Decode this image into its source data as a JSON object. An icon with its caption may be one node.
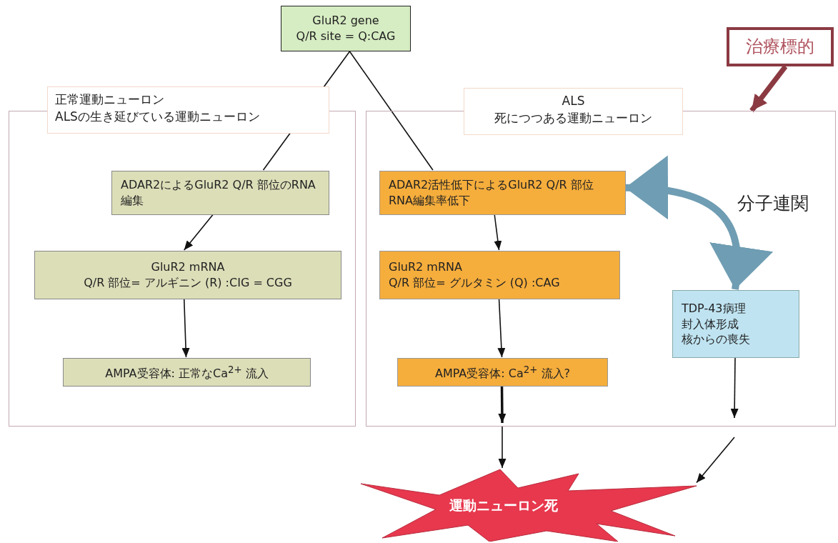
{
  "diagram": {
    "nodes": [
      {
        "text": [
          "GluR2 gene",
          "Q/R site = Q:CAG"
        ]
      },
      {
        "text": [
          "正常運動ニューロン",
          "ALSの生き延びている運動ニューロン"
        ]
      },
      {
        "text": [
          "ALS",
          "死につつある運動ニューロン"
        ]
      },
      {
        "text": [
          "ADAR2によるGluR2 Q/R 部位のRNA編集"
        ],
        "in": 1
      },
      {
        "text": [
          "GluR2 mRNA",
          "Q/R 部位= アルギニン (R) :CIG = CGG"
        ],
        "in": 1
      },
      {
        "text": [
          "AMPA受容体: 正常なCa$^{2+}$ 流入"
        ],
        "in": 1
      },
      {
        "text": [
          "ADAR2活性低下によるGluR2 Q/R 部位RNA編集率低下"
        ],
        "in": 2
      },
      {
        "text": [
          "GluR2 mRNA",
          "Q/R 部位= グルタミン (Q) :CAG"
        ],
        "in": 2
      },
      {
        "text": [
          "AMPA受容体: Ca$^{2+}$ 流入?"
        ],
        "in": 2
      },
      {
        "text": [
          "TDP-43病理",
          "封入体形成",
          "核からの喪失"
        ],
        "in": 2
      },
      {
        "text": [
          "運動ニューロン死"
        ]
      },
      {
        "text": [
          "治療標的"
        ]
      }
    ],
    "edges": [
      {
        "from": 0,
        "to": 3,
        "arrow": "none"
      },
      {
        "from": 0,
        "to": 6,
        "arrow": "none"
      },
      {
        "from": 3,
        "to": 4,
        "arrow": "to"
      },
      {
        "from": 4,
        "to": 5,
        "arrow": "to"
      },
      {
        "from": 6,
        "to": 7,
        "arrow": "to"
      },
      {
        "from": 7,
        "to": 8,
        "arrow": "to"
      },
      {
        "from": 9,
        "to": 6,
        "arrow": "both",
        "label": "分子連関",
        "style": "thick",
        "color": "#6f9db3"
      },
      {
        "from": 8,
        "to": null,
        "arrow": "to",
        "style": "thick"
      },
      {
        "from": 2,
        "to": 10,
        "arrow": "to"
      },
      {
        "from": 9,
        "to": null,
        "arrow": "to"
      },
      {
        "from": null,
        "to": 10,
        "arrow": "to"
      },
      {
        "from": 11,
        "to": 2,
        "arrow": "to",
        "style": "thick",
        "color": "#8b3a42"
      }
    ]
  }
}
